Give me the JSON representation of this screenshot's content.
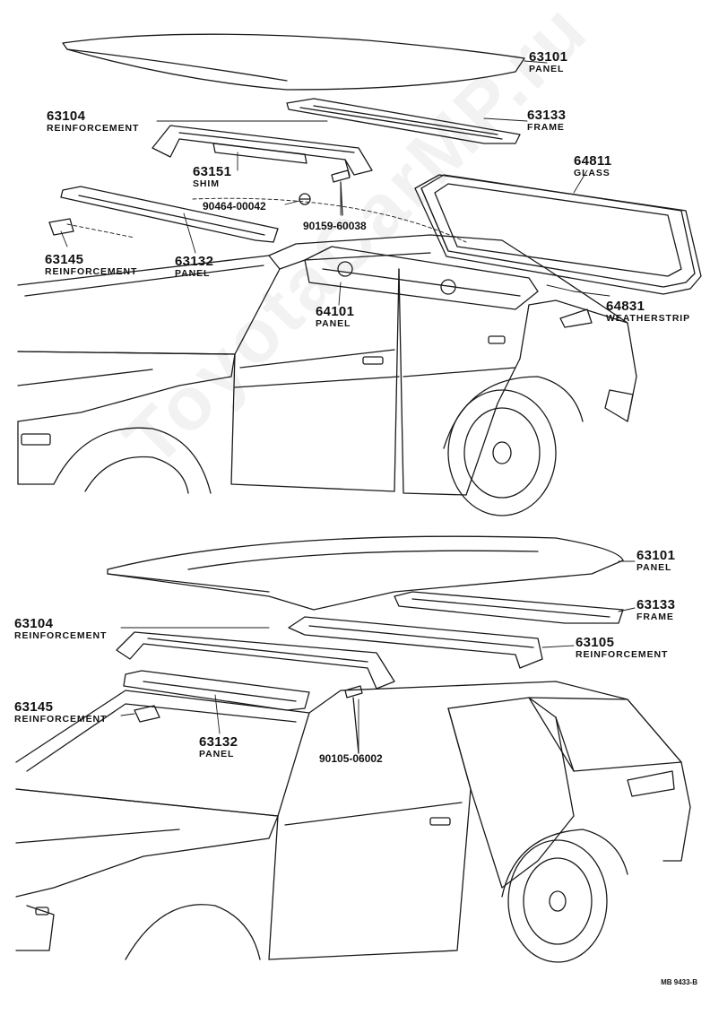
{
  "colors": {
    "line": "#1a1a1a",
    "background": "#ffffff"
  },
  "watermark": "ToyotaCarMP.ru",
  "reference": "MB 9433-B",
  "top": {
    "labels": {
      "panel_63101": {
        "num": "63101",
        "name": "PANEL"
      },
      "reinf_63104": {
        "num": "63104",
        "name": "REINFORCEMENT"
      },
      "frame_63133": {
        "num": "63133",
        "name": "FRAME"
      },
      "shim_63151": {
        "num": "63151",
        "name": "SHIM"
      },
      "glass_64811": {
        "num": "64811",
        "name": "GLASS"
      },
      "bolt_90464": {
        "num": "90464-00042"
      },
      "bolt_90159": {
        "num": "90159-60038"
      },
      "reinf_63145": {
        "num": "63145",
        "name": "REINFORCEMENT"
      },
      "panel_63132": {
        "num": "63132",
        "name": "PANEL"
      },
      "panel_64101": {
        "num": "64101",
        "name": "PANEL"
      },
      "weather_64831": {
        "num": "64831",
        "name": "WEATHERSTRIP"
      }
    }
  },
  "bottom": {
    "labels": {
      "panel_63101": {
        "num": "63101",
        "name": "PANEL"
      },
      "frame_63133": {
        "num": "63133",
        "name": "FRAME"
      },
      "reinf_63104": {
        "num": "63104",
        "name": "REINFORCEMENT"
      },
      "reinf_63105": {
        "num": "63105",
        "name": "REINFORCEMENT"
      },
      "reinf_63145": {
        "num": "63145",
        "name": "REINFORCEMENT"
      },
      "panel_63132": {
        "num": "63132",
        "name": "PANEL"
      },
      "bolt_90105": {
        "num": "90105-06002"
      }
    }
  }
}
